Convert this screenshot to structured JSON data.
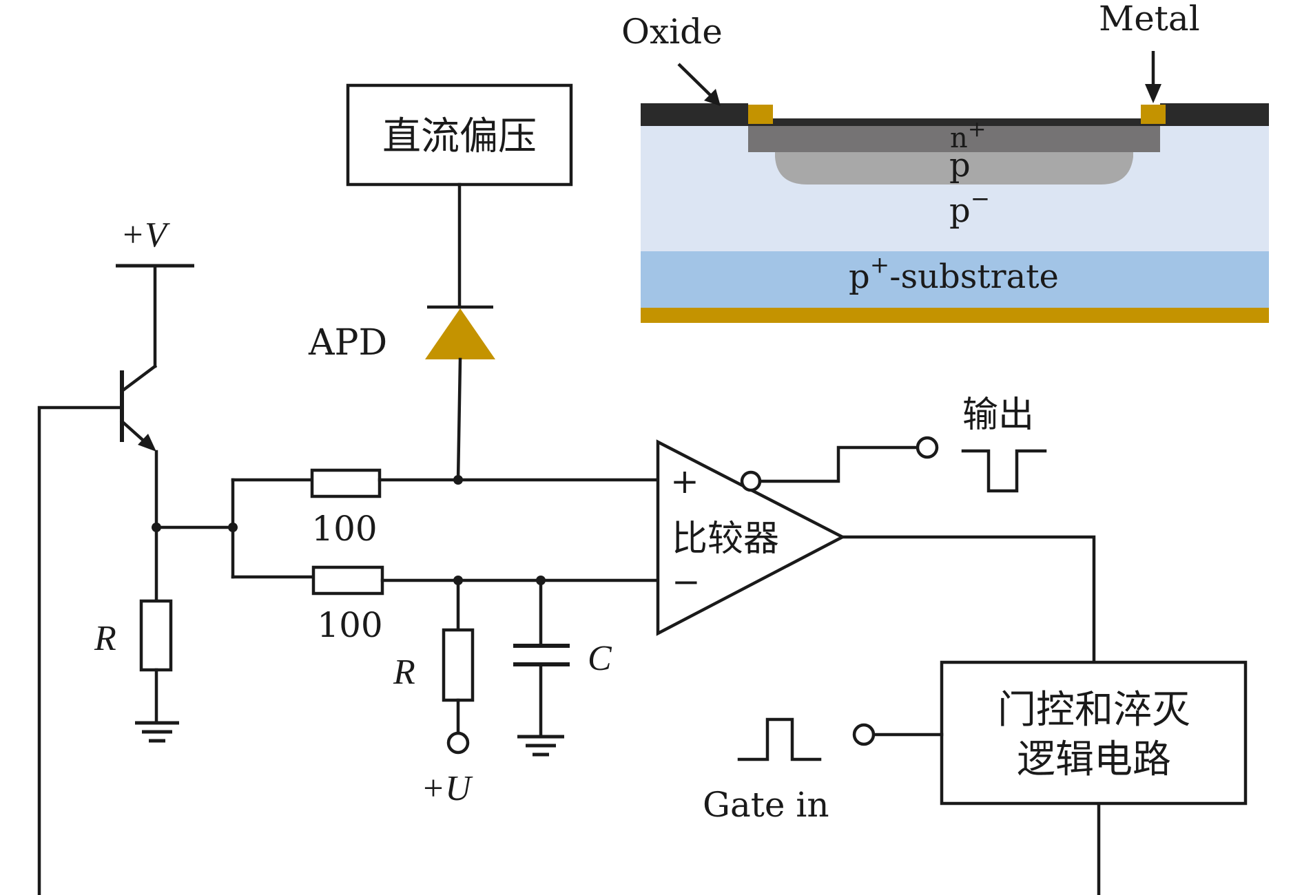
{
  "labels": {
    "dc_bias": "直流偏压",
    "apd": "APD",
    "plus_v": "+V",
    "output": "输出",
    "comparator": "比较器",
    "comp_plus": "+",
    "comp_minus": "−",
    "res_100_top": "100",
    "res_100_bottom": "100",
    "r_left": "R",
    "r_mid": "R",
    "cap_c": "C",
    "plus_u": "+U",
    "gate_in": "Gate in",
    "gate_logic_line1": "门控和淬灭",
    "gate_logic_line2": "逻辑电路"
  },
  "device": {
    "oxide": "Oxide",
    "metal": "Metal",
    "n_plus": "n",
    "n_plus_sup": "+",
    "p": "p",
    "p_minus": "p",
    "p_minus_sup": "−",
    "substrate_p": "p",
    "substrate_sup": "+",
    "substrate_rest": "-substrate"
  },
  "colors": {
    "apd_fill": "#c49300",
    "metal_gold": "#c49300",
    "oxide_dark": "#2a2a2a",
    "n_plus_layer": "#757374",
    "p_layer": "#a8a8a8",
    "p_minus_layer": "#dce5f3",
    "substrate": "#a2c4e6"
  }
}
